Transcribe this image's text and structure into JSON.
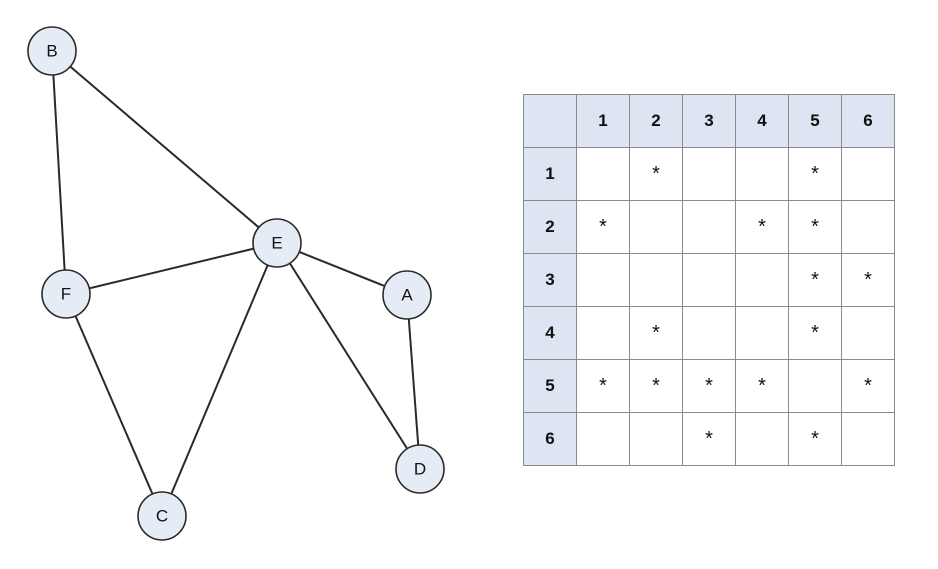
{
  "graph": {
    "nodes": [
      {
        "id": "B",
        "label": "B"
      },
      {
        "id": "E",
        "label": "E"
      },
      {
        "id": "F",
        "label": "F"
      },
      {
        "id": "A",
        "label": "A"
      },
      {
        "id": "D",
        "label": "D"
      },
      {
        "id": "C",
        "label": "C"
      }
    ],
    "edges": [
      [
        "B",
        "F"
      ],
      [
        "B",
        "E"
      ],
      [
        "F",
        "E"
      ],
      [
        "E",
        "A"
      ],
      [
        "E",
        "D"
      ],
      [
        "E",
        "C"
      ],
      [
        "A",
        "D"
      ],
      [
        "F",
        "C"
      ]
    ]
  },
  "matrix": {
    "headers": [
      "1",
      "2",
      "3",
      "4",
      "5",
      "6"
    ],
    "mark": "*",
    "rows": [
      {
        "label": "1",
        "cells": [
          "",
          "*",
          "",
          "",
          "*",
          ""
        ]
      },
      {
        "label": "2",
        "cells": [
          "*",
          "",
          "",
          "*",
          "*",
          ""
        ]
      },
      {
        "label": "3",
        "cells": [
          "",
          "",
          "",
          "",
          "*",
          "*"
        ]
      },
      {
        "label": "4",
        "cells": [
          "",
          "*",
          "",
          "",
          "*",
          ""
        ]
      },
      {
        "label": "5",
        "cells": [
          "*",
          "*",
          "*",
          "*",
          "",
          "*"
        ]
      },
      {
        "label": "6",
        "cells": [
          "",
          "",
          "*",
          "",
          "*",
          ""
        ]
      }
    ]
  }
}
